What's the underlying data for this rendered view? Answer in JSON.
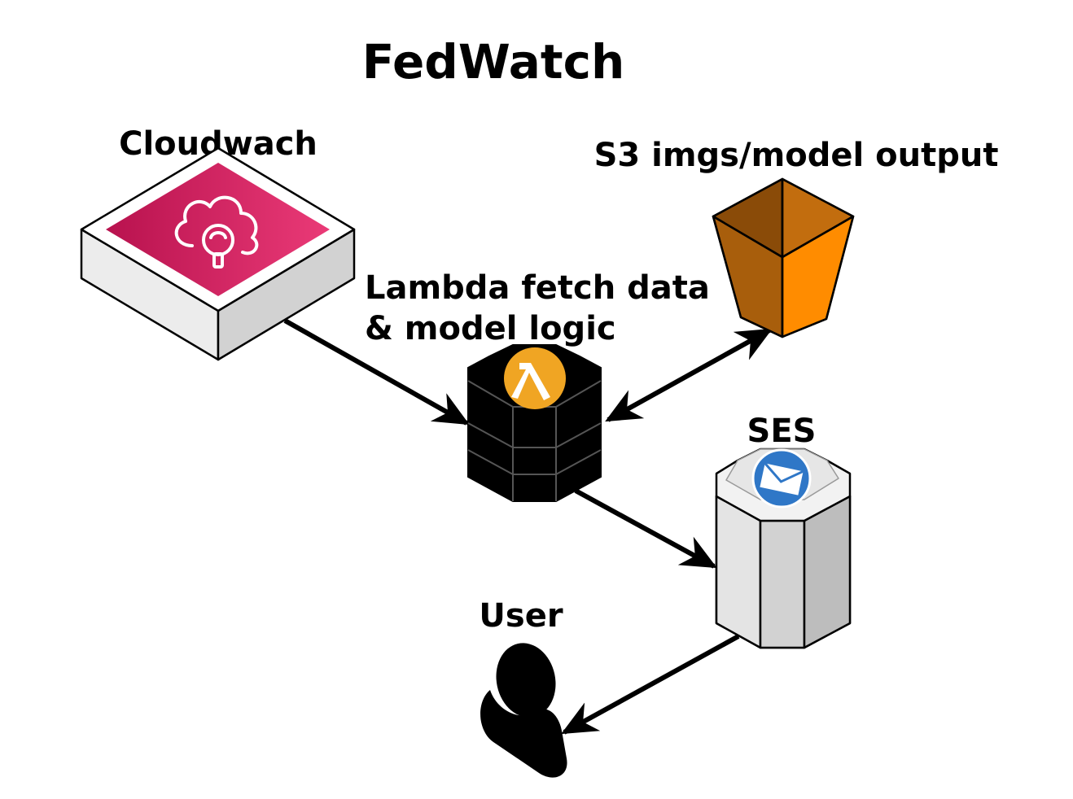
{
  "diagram": {
    "title": "FedWatch",
    "nodes": {
      "cloudwatch": {
        "label": "Cloudwach",
        "icon": "cloudwatch-icon",
        "color": "#d6245f"
      },
      "lambda": {
        "label_line1": "Lambda fetch data",
        "label_line2": "& model logic",
        "icon": "lambda-icon",
        "color": "#f0a523"
      },
      "s3": {
        "label": "S3 imgs/model output",
        "icon": "s3-bucket-icon",
        "color": "#e9830f"
      },
      "ses": {
        "label": "SES",
        "icon": "envelope-icon",
        "color": "#2f77c7"
      },
      "user": {
        "label": "User",
        "icon": "user-icon"
      }
    },
    "edges": [
      {
        "from": "Cloudwach",
        "to": "Lambda",
        "direction": "forward"
      },
      {
        "from": "Lambda",
        "to": "S3",
        "direction": "both"
      },
      {
        "from": "Lambda",
        "to": "SES",
        "direction": "forward"
      },
      {
        "from": "SES",
        "to": "User",
        "direction": "forward"
      }
    ]
  }
}
